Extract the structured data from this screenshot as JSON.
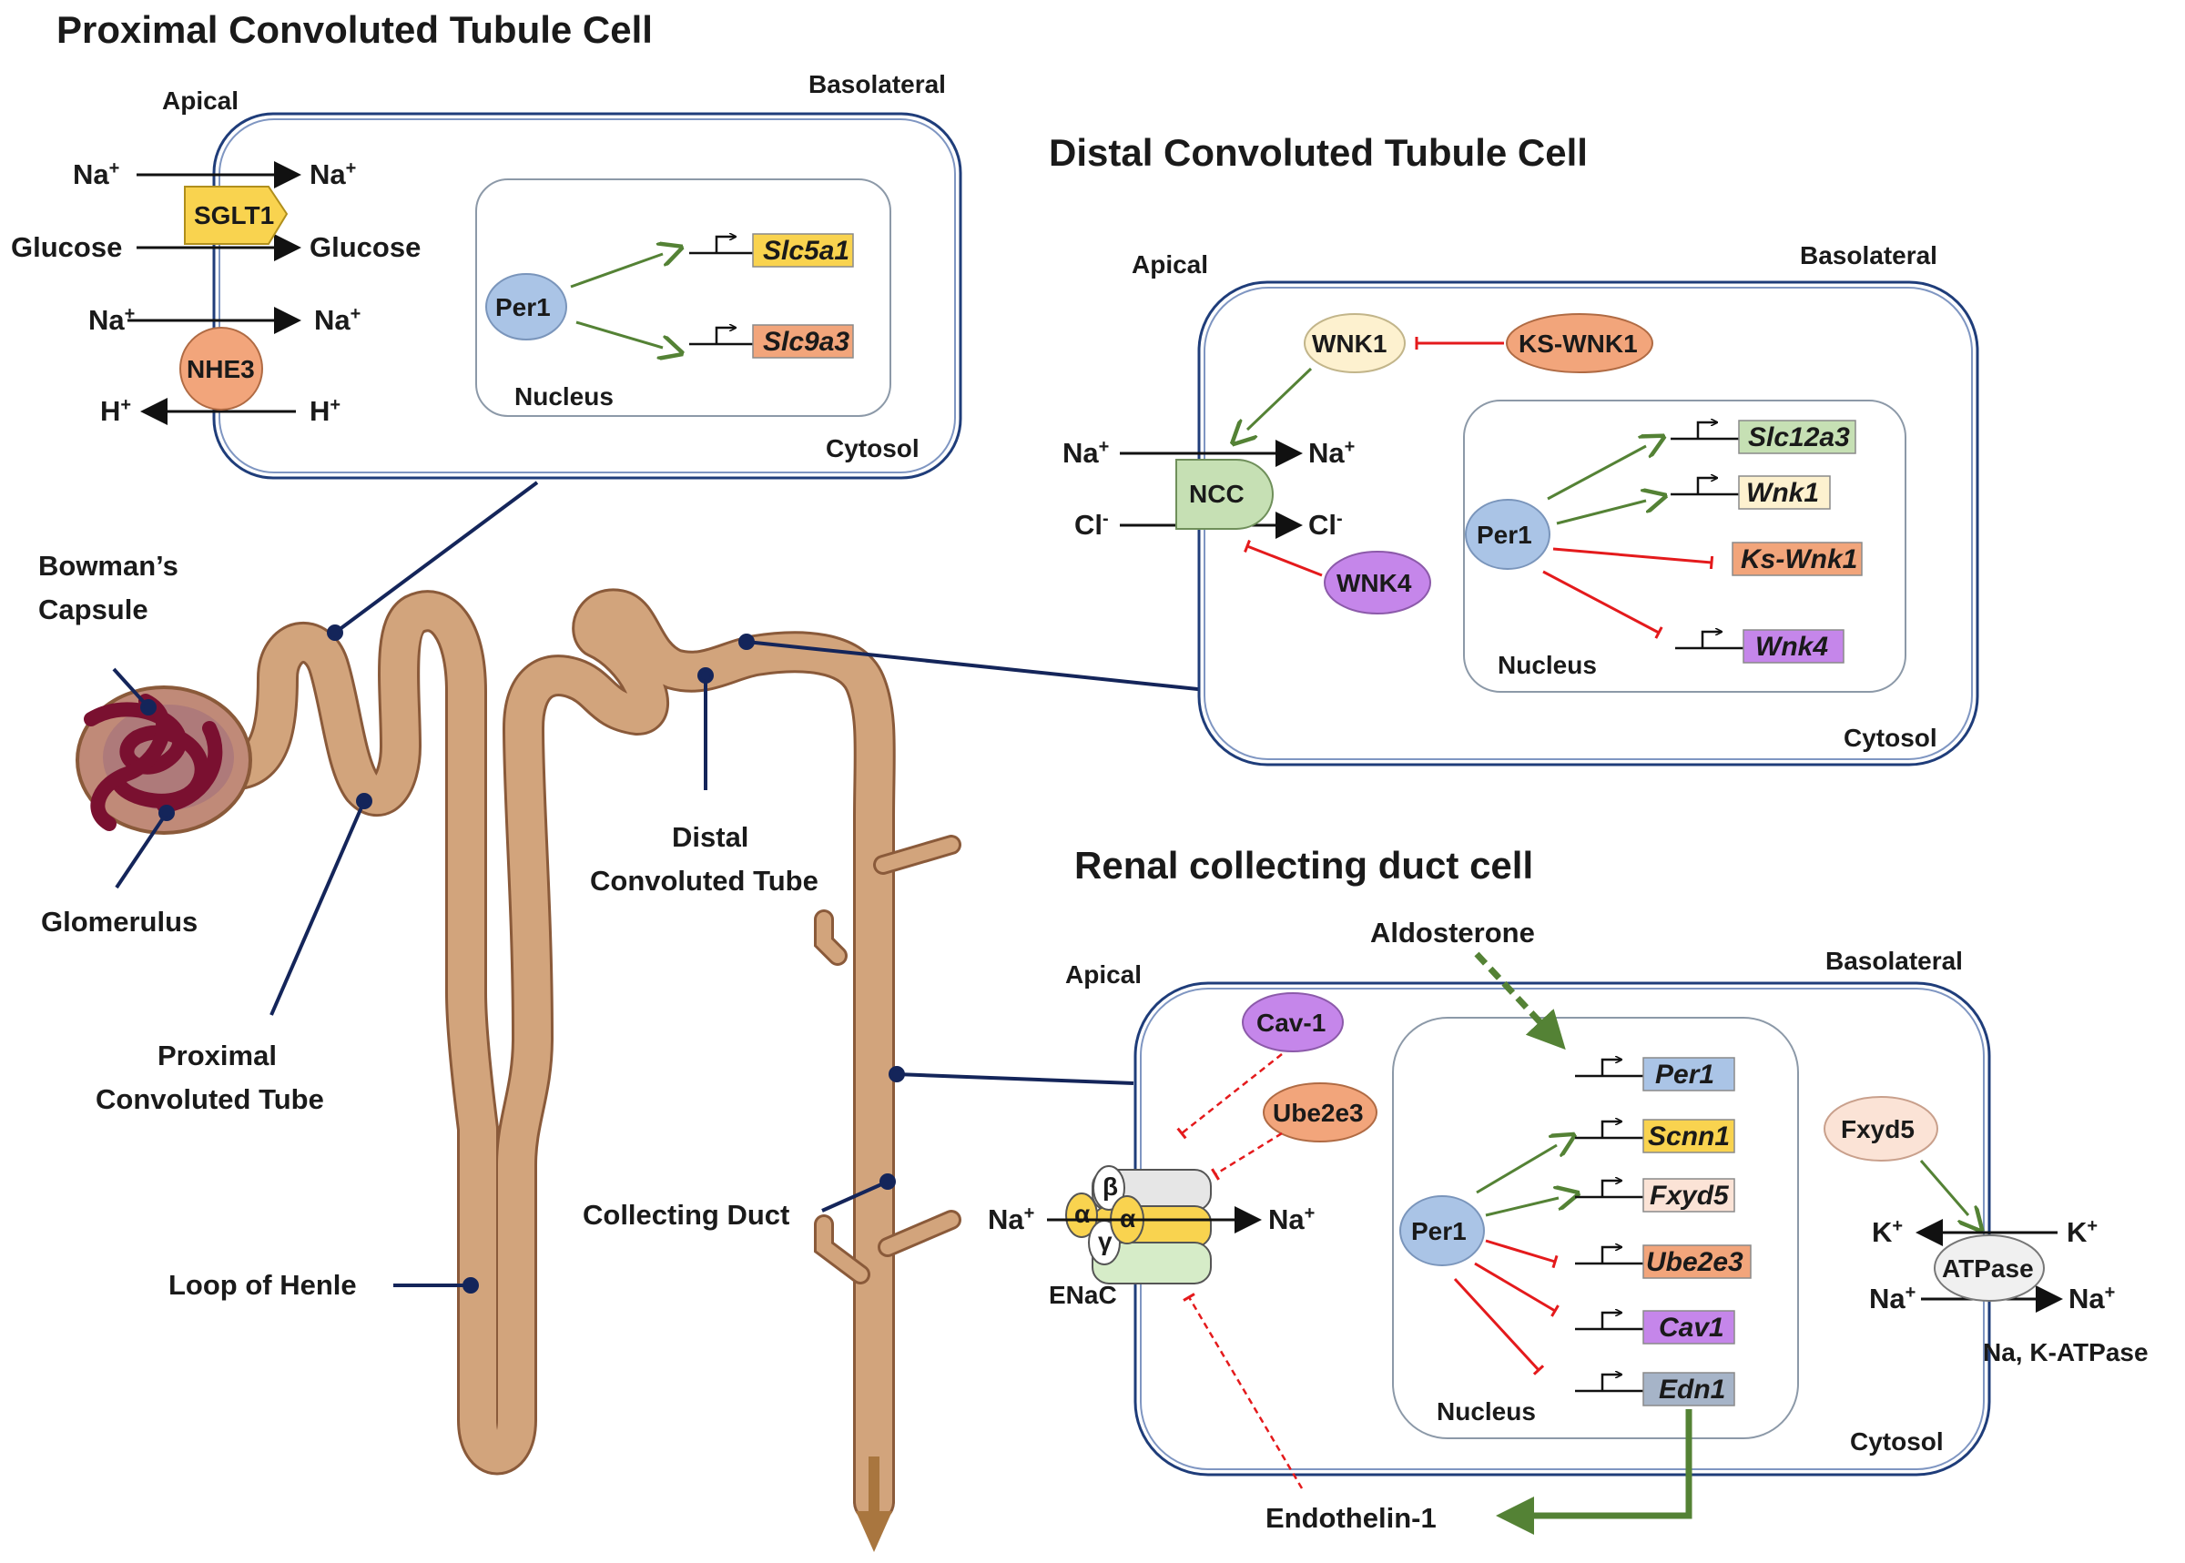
{
  "pct": {
    "title": "Proximal Convoluted Tubule Cell",
    "apical": "Apical",
    "basolateral": "Basolateral",
    "cytosol": "Cytosol",
    "nucleus": "Nucleus",
    "na_in": "Na",
    "na_out": "Na",
    "sglt1": "SGLT1",
    "glucose_in": "Glucose",
    "glucose_out": "Glucose",
    "na2_in": "Na",
    "na2_out": "Na",
    "nhe3": "NHE3",
    "h_in": "H",
    "h_out": "H",
    "per1": "Per1",
    "gene1": "Slc5a1",
    "gene2": "Slc9a3"
  },
  "dct": {
    "title": "Distal Convoluted Tubule Cell",
    "apical": "Apical",
    "basolateral": "Basolateral",
    "cytosol": "Cytosol",
    "nucleus": "Nucleus",
    "wnk1": "WNK1",
    "kswnk1": "KS-WNK1",
    "ncc": "NCC",
    "wnk4": "WNK4",
    "na_in": "Na",
    "na_out": "Na",
    "cl_in": "Cl",
    "cl_out": "Cl",
    "per1": "Per1",
    "genes": [
      "Slc12a3",
      "Wnk1",
      "Ks-Wnk1",
      "Wnk4"
    ]
  },
  "cd": {
    "title": "Renal collecting duct cell",
    "apical": "Apical",
    "basolateral": "Basolateral",
    "cytosol": "Cytosol",
    "nucleus": "Nucleus",
    "aldosterone": "Aldosterone",
    "cav1": "Cav-1",
    "ube2e3": "Ube2e3",
    "fxyd5": "Fxyd5",
    "na_in": "Na",
    "na_out": "Na",
    "enac": "ENaC",
    "sub_a": "α",
    "sub_b": "β",
    "sub_g": "γ",
    "sub_a2": "α",
    "per1": "Per1",
    "genes": [
      "Per1",
      "Scnn1",
      "Fxyd5",
      "Ube2e3",
      "Cav1",
      "Edn1"
    ],
    "k_in": "K",
    "k_out": "K",
    "atpase": "ATPase",
    "na3_in": "Na",
    "na3_out": "Na",
    "nak_atpase": "Na, K-ATPase",
    "endothelin": "Endothelin-1"
  },
  "nephron": {
    "bowman_1": "Bowman’s",
    "bowman_2": "Capsule",
    "glomerulus": "Glomerulus",
    "pct_1": "Proximal",
    "pct_2": "Convoluted Tube",
    "dct_1": "Distal",
    "dct_2": "Convoluted Tube",
    "collecting_duct": "Collecting Duct",
    "loop": "Loop of Henle"
  },
  "superscripts": {
    "plus": "+",
    "minus": "-"
  },
  "colors": {
    "sglt1": "#f9d34f",
    "nhe3": "#f2a57b",
    "per1": "#aac4e6",
    "wnk1": "#fdf1cf",
    "kswnk1": "#f2a57b",
    "ncc": "#c6e0b4",
    "wnk4": "#c586ea",
    "cav1": "#c586ea",
    "ube2e3": "#f2a57b",
    "fxyd5": "#fbe3d6",
    "gene_slc5a1": "#f9d34f",
    "gene_slc9a3": "#f2a57b",
    "gene_slc12a3": "#c6e0b4",
    "gene_wnk1": "#fdf1cf",
    "gene_kswnk1": "#f2a57b",
    "gene_wnk4": "#c586ea",
    "gene_per1": "#aac4e6",
    "gene_scnn1": "#f9d34f",
    "gene_fxyd5": "#fbe3d6",
    "gene_ube2e3": "#f2a57b",
    "gene_cav1": "#c586ea",
    "gene_edn1": "#a6b4c8",
    "activate": "#548235",
    "inhibit": "#e41a1c",
    "membrane": "#1f3d7a",
    "tubule": "#d2a47c",
    "tubule_edge": "#8a5a3a",
    "glomerulus": "#7a1030"
  }
}
